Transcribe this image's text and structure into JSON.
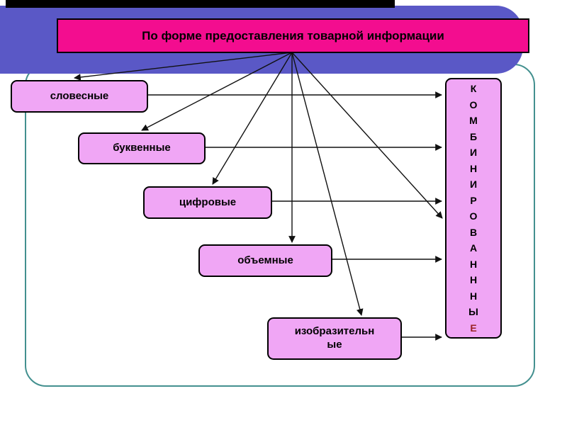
{
  "slide": {
    "title": "По форме предоставления товарной информации",
    "colors": {
      "title_bg": "#f30d8f",
      "box_bg": "#f0a6f5",
      "band": "#5a58c6",
      "frame_border": "#43908f",
      "top_bar": "#000000",
      "arrow": "#111111"
    },
    "boxes": [
      {
        "label": "словесные"
      },
      {
        "label": "буквенные"
      },
      {
        "label": "цифровые"
      },
      {
        "label": "объемные"
      },
      {
        "label": "изобразительн\nые"
      }
    ],
    "combined_box": {
      "letters": [
        "К",
        "О",
        "М",
        "Б",
        "И",
        "Н",
        "И",
        "Р",
        "О",
        "В",
        "А",
        "Н",
        "Н",
        "Н",
        "Ы",
        "Е"
      ],
      "last_letter_color": "#992222"
    }
  }
}
